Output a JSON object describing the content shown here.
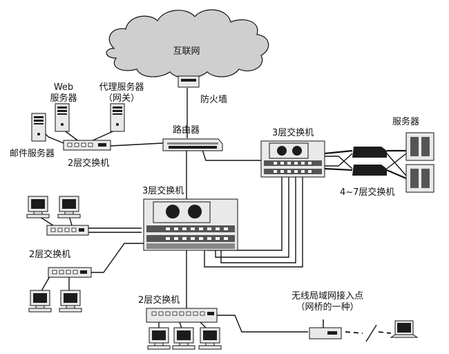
{
  "labels": {
    "internet": "互联网",
    "firewall": "防火墙",
    "web_server": "Web 服务器",
    "web_server_line1": "Web",
    "web_server_line2": "服务器",
    "proxy_line1": "代理服务器",
    "proxy_line2": "（网关）",
    "mail_server": "邮件服务器",
    "l2_switch_top": "2层交换机",
    "router": "路由器",
    "l3_switch_right": "3层交换机",
    "servers": "服务器",
    "l47_switch": "4~7层交换机",
    "l3_switch_center": "3层交换机",
    "l2_switch_left": "2层交换机",
    "l2_switch_bottom": "2层交换机",
    "wlan_ap_line1": "无线局域网接入点",
    "wlan_ap_line2": "（网桥的一种）"
  },
  "colors": {
    "line": "#111111",
    "device": "#e9e9e9",
    "cloud": "#cfcfcf"
  }
}
